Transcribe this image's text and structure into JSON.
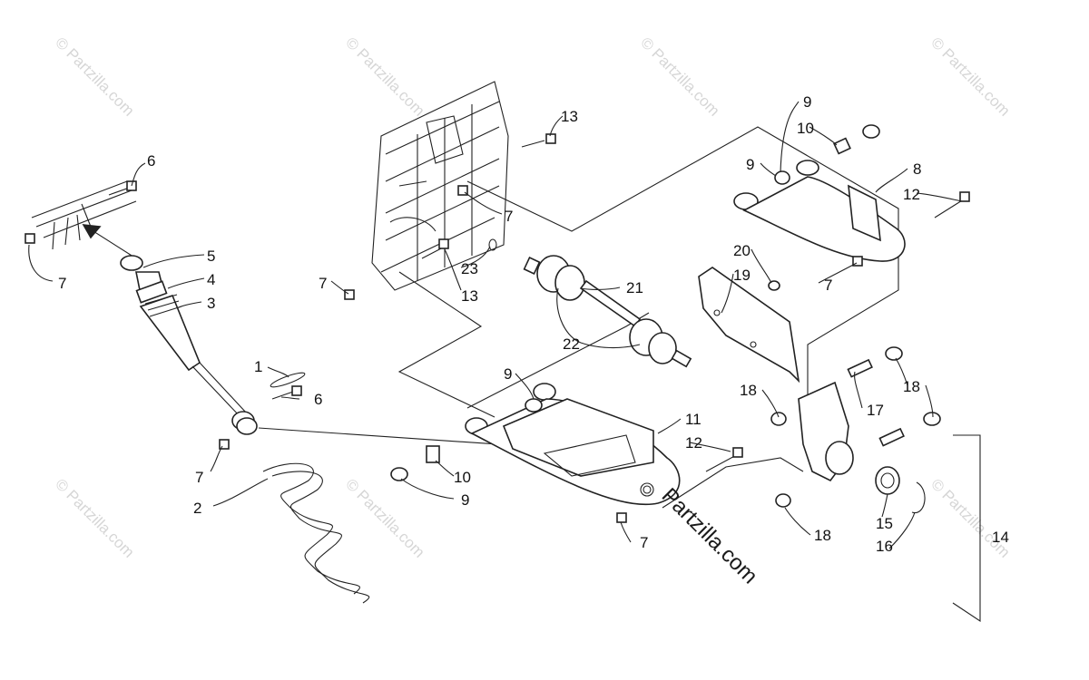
{
  "watermark": {
    "text": "© Partzilla.com",
    "main_text": "Partzilla.com"
  },
  "callouts": {
    "c1": "1",
    "c2": "2",
    "c3": "3",
    "c4": "4",
    "c5": "5",
    "c6a": "6",
    "c6b": "6",
    "c7a": "7",
    "c7b": "7",
    "c7c": "7",
    "c7d": "7",
    "c7e": "7",
    "c7f": "7",
    "c8": "8",
    "c9a": "9",
    "c9b": "9",
    "c9c": "9",
    "c9d": "9",
    "c10a": "10",
    "c10b": "10",
    "c11": "11",
    "c12a": "12",
    "c12b": "12",
    "c13a": "13",
    "c13b": "13",
    "c14": "14",
    "c15": "15",
    "c16": "16",
    "c17": "17",
    "c18a": "18",
    "c18b": "18",
    "c18c": "18",
    "c19": "19",
    "c20": "20",
    "c21": "21",
    "c22": "22",
    "c23": "23"
  }
}
